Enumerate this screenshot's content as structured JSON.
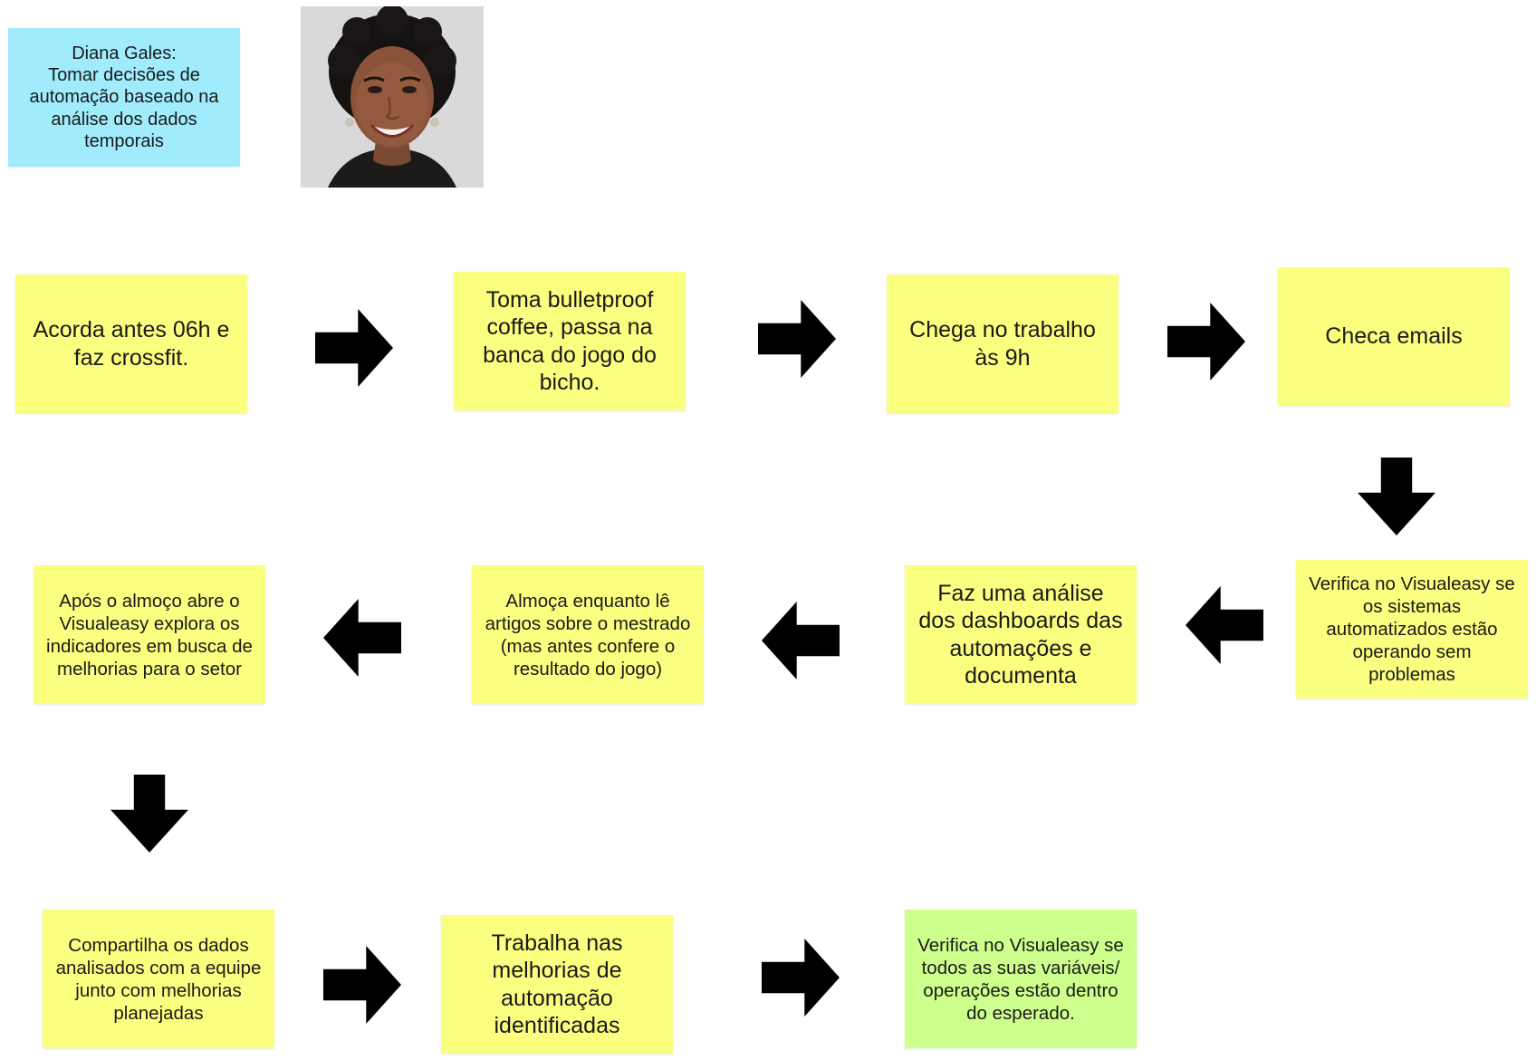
{
  "persona": {
    "label_lines": [
      "Diana Gales:",
      "Tomar decisões de",
      "automação baseado na",
      "análise dos dados",
      "temporais"
    ]
  },
  "steps": [
    {
      "id": "step-1",
      "text": "Acorda antes 06h e faz crossfit."
    },
    {
      "id": "step-2",
      "text": "Toma bulletproof coffee, passa na banca do jogo do bicho."
    },
    {
      "id": "step-3",
      "text": "Chega no trabalho às 9h"
    },
    {
      "id": "step-4",
      "text": "Checa emails"
    },
    {
      "id": "step-5",
      "text": "Verifica no Visualeasy se os sistemas automatizados estão operando sem problemas"
    },
    {
      "id": "step-6",
      "text": "Faz uma análise dos dashboards das automações e documenta"
    },
    {
      "id": "step-7",
      "text": "Almoça enquanto lê artigos sobre o mestrado (mas antes confere o resultado do jogo)"
    },
    {
      "id": "step-8",
      "text": "Após o almoço abre o Visualeasy explora os indicadores em busca de melhorias para o setor"
    },
    {
      "id": "step-9",
      "text": "Compartilha os dados analisados com a equipe junto com melhorias planejadas"
    },
    {
      "id": "step-10",
      "text": "Trabalha nas melhorias de automação identificadas"
    },
    {
      "id": "step-11",
      "text": "Verifica no Visualeasy se todos as suas variáveis/ operações estão dentro do esperado."
    }
  ],
  "colors": {
    "note_yellow": "#fbff7f",
    "note_green": "#ccff8c",
    "note_blue": "#a0ecfd",
    "arrow": "#000000"
  },
  "icons": {
    "arrow_right": "arrow-right-icon",
    "arrow_left": "arrow-left-icon",
    "arrow_down": "arrow-down-icon"
  }
}
